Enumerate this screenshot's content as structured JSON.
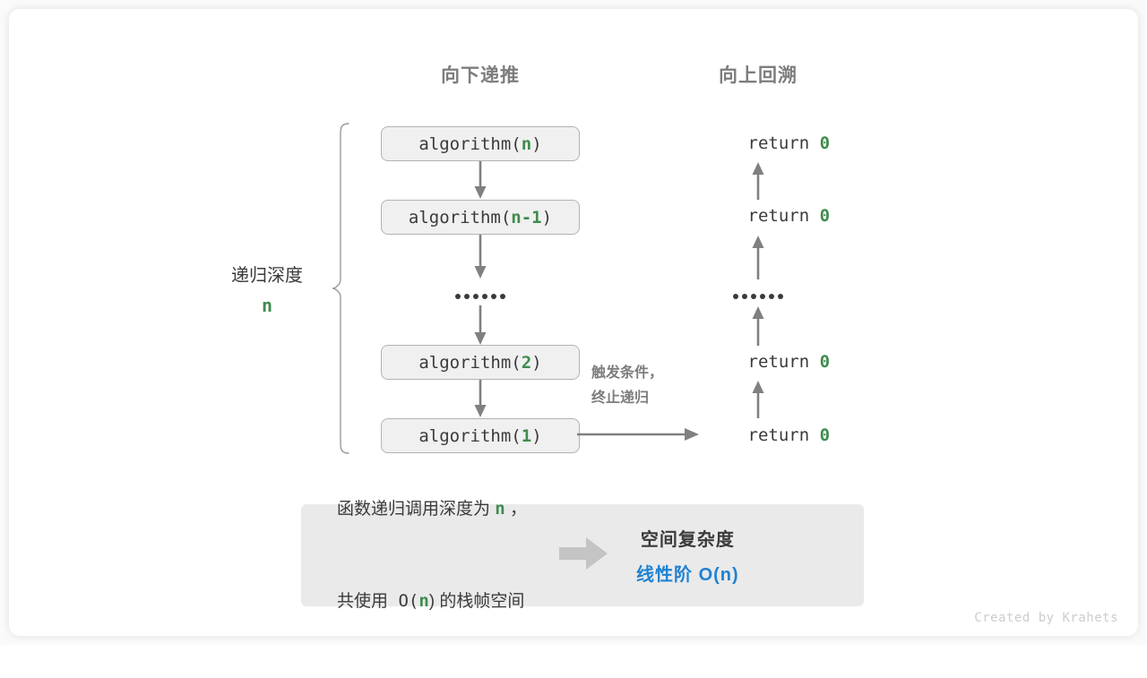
{
  "columns": {
    "down_label": "向下递推",
    "up_label": "向上回溯"
  },
  "recursion": {
    "depth_title": "递归深度",
    "depth_value": "n",
    "frames": [
      {
        "prefix": "algorithm(",
        "arg": "n",
        "suffix": ")"
      },
      {
        "prefix": "algorithm(",
        "arg": "n-1",
        "suffix": ")"
      },
      {
        "prefix": "algorithm(",
        "arg": "2",
        "suffix": ")"
      },
      {
        "prefix": "algorithm(",
        "arg": "1",
        "suffix": ")"
      }
    ],
    "ellipsis_down": "••••••",
    "returns": [
      {
        "keyword": "return ",
        "value": "0"
      },
      {
        "keyword": "return ",
        "value": "0"
      },
      {
        "keyword": "return ",
        "value": "0"
      },
      {
        "keyword": "return ",
        "value": "0"
      }
    ],
    "ellipsis_up": "••••••",
    "trigger_note_line1": "触发条件，",
    "trigger_note_line2": "终止递归"
  },
  "summary": {
    "left_line1_pre": "函数递归调用深度为 ",
    "left_line1_var": "n",
    "left_line1_post": " ，",
    "left_line2_pre": "共使用 O(",
    "left_line2_var": "n",
    "left_line2_post": ") 的栈帧空间",
    "right_line1": "空间复杂度",
    "right_line2_pre": "线性阶 O(",
    "right_line2_var": "n",
    "right_line2_post": ")"
  },
  "credit": "Created by Krahets",
  "colors": {
    "accent_green": "#3f8c4e",
    "accent_blue": "#1f82d2",
    "text_dark": "#3a3a3a",
    "text_muted": "#7d7d7d",
    "box_fill": "#f0f0f0",
    "box_border": "#b3b3b3",
    "panel_fill": "#eaeaea",
    "arrow_gray": "#808080"
  }
}
